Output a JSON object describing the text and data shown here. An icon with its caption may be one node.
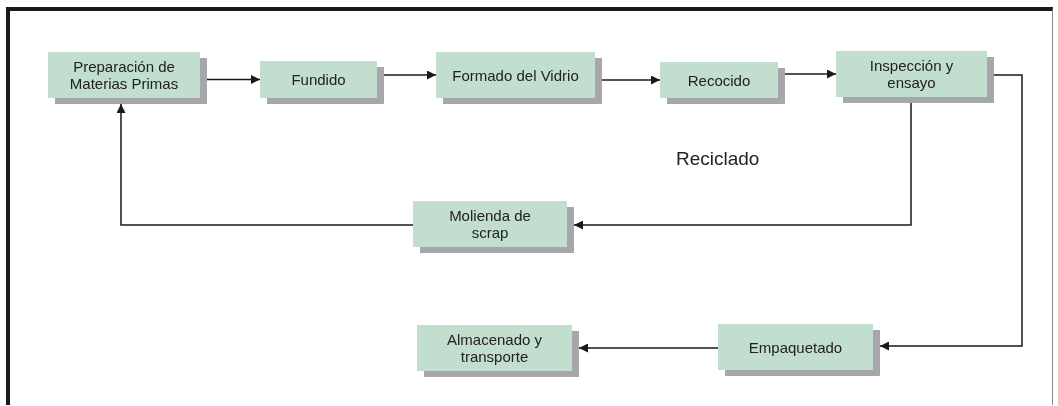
{
  "diagram": {
    "nodes": [
      {
        "text": [
          "Preparación de Materias Primas"
        ]
      },
      {
        "text": [
          "Fundido"
        ]
      },
      {
        "text": [
          "Formado del Vidrio"
        ]
      },
      {
        "text": [
          "Recocido"
        ]
      },
      {
        "text": [
          "Inspección y ensayo"
        ]
      },
      {
        "text": [
          "Molienda de scrap"
        ]
      },
      {
        "text": [
          "Empaquetado"
        ]
      },
      {
        "text": [
          "Almacenado y transporte"
        ]
      }
    ],
    "edges": [
      {
        "from": 0,
        "to": 1,
        "arrow": "to"
      },
      {
        "from": 1,
        "to": 2,
        "arrow": "to"
      },
      {
        "from": 2,
        "to": 3,
        "arrow": "to"
      },
      {
        "from": 3,
        "to": 4,
        "arrow": "to"
      },
      {
        "from": 4,
        "to": 5,
        "arrow": "to"
      },
      {
        "from": 5,
        "to": 0,
        "arrow": "to"
      },
      {
        "from": 4,
        "to": 6,
        "arrow": "to"
      },
      {
        "from": 6,
        "to": 7,
        "arrow": "to"
      }
    ],
    "labels": [
      "Reciclado"
    ]
  }
}
